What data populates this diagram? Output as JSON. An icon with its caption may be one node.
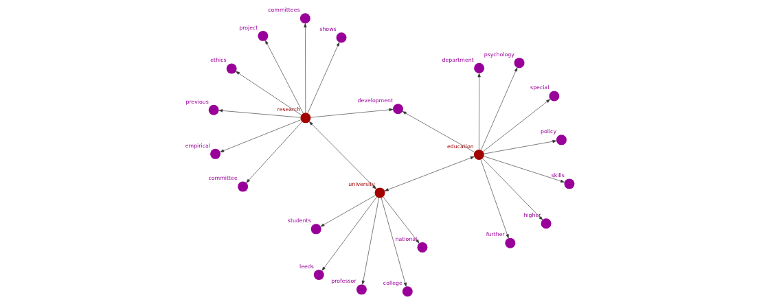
{
  "diagram": {
    "nodes": [
      {
        "text": [],
        "shape": "circle",
        "beside": [
          "students"
        ]
      },
      {
        "text": [],
        "shape": "circle",
        "beside": [
          "national"
        ]
      },
      {
        "text": [],
        "shape": "circle",
        "beside": [
          "committee"
        ]
      },
      {
        "text": [],
        "shape": "circle",
        "beside": [
          "project"
        ]
      },
      {
        "text": [],
        "shape": "circle",
        "beside": [
          "shows"
        ]
      },
      {
        "text": [],
        "shape": "circle",
        "beside": [
          "department"
        ]
      },
      {
        "text": [],
        "shape": "circle",
        "beside": [
          "university"
        ]
      },
      {
        "text": [],
        "shape": "circle",
        "beside": [
          "skills"
        ]
      },
      {
        "text": [],
        "shape": "circle",
        "beside": [
          "leeds"
        ]
      },
      {
        "text": [],
        "shape": "circle",
        "beside": [
          "higher"
        ]
      },
      {
        "text": [],
        "shape": "circle",
        "beside": [
          "further"
        ]
      },
      {
        "text": [],
        "shape": "circle",
        "beside": [
          "empirical"
        ]
      },
      {
        "text": [],
        "shape": "circle",
        "beside": [
          "education"
        ]
      },
      {
        "text": [],
        "shape": "circle",
        "beside": [
          "research"
        ]
      },
      {
        "text": [],
        "shape": "circle",
        "beside": [
          "committees"
        ]
      },
      {
        "text": [],
        "shape": "circle",
        "beside": [
          "professor"
        ]
      },
      {
        "text": [],
        "shape": "circle",
        "beside": [
          "college"
        ]
      },
      {
        "text": [],
        "shape": "circle",
        "beside": [
          "psychology"
        ]
      },
      {
        "text": [],
        "shape": "circle",
        "beside": [
          "previous"
        ]
      },
      {
        "text": [],
        "shape": "circle",
        "beside": [
          "ethics"
        ]
      },
      {
        "text": [],
        "shape": "circle",
        "beside": [
          "policy"
        ]
      },
      {
        "text": [],
        "shape": "circle",
        "beside": [
          "development"
        ]
      },
      {
        "text": [],
        "shape": "circle",
        "beside": [
          "special"
        ]
      }
    ],
    "edges": [
      {
        "from": 6,
        "to": 0,
        "arrow": "to"
      },
      {
        "from": 6,
        "to": 1,
        "arrow": "to"
      },
      {
        "from": 6,
        "to": 8,
        "arrow": "to"
      },
      {
        "from": 6,
        "to": 15,
        "arrow": "to"
      },
      {
        "from": 6,
        "to": 16,
        "arrow": "to"
      },
      {
        "from": 13,
        "to": 6,
        "arrow": "both"
      },
      {
        "from": 6,
        "to": 12,
        "arrow": "both"
      },
      {
        "from": 13,
        "to": 2,
        "arrow": "to"
      },
      {
        "from": 13,
        "to": 3,
        "arrow": "to"
      },
      {
        "from": 13,
        "to": 4,
        "arrow": "to"
      },
      {
        "from": 13,
        "to": 11,
        "arrow": "to"
      },
      {
        "from": 13,
        "to": 14,
        "arrow": "to"
      },
      {
        "from": 13,
        "to": 18,
        "arrow": "to"
      },
      {
        "from": 13,
        "to": 19,
        "arrow": "to"
      },
      {
        "from": 13,
        "to": 21,
        "arrow": "to"
      },
      {
        "from": 12,
        "to": 5,
        "arrow": "to"
      },
      {
        "from": 12,
        "to": 7,
        "arrow": "to"
      },
      {
        "from": 12,
        "to": 9,
        "arrow": "to"
      },
      {
        "from": 12,
        "to": 10,
        "arrow": "to"
      },
      {
        "from": 12,
        "to": 17,
        "arrow": "to"
      },
      {
        "from": 12,
        "to": 22,
        "arrow": "to"
      },
      {
        "from": 12,
        "to": 20,
        "arrow": "to"
      },
      {
        "from": 12,
        "to": 21,
        "arrow": "to"
      }
    ]
  }
}
